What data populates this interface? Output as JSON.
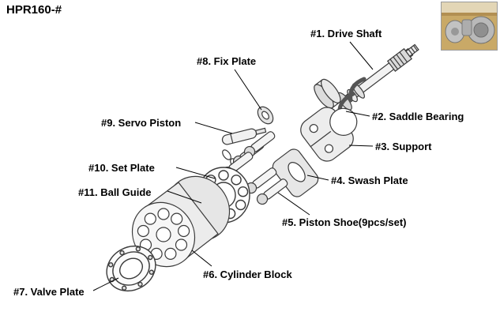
{
  "title": "HPR160-#",
  "style": {
    "ink": "#000000",
    "line": "#3a3a3a",
    "background": "#ffffff"
  },
  "thumbnail": {
    "description": "photo of pump metal parts"
  },
  "diagram": {
    "labels": [
      {
        "id": "drive-shaft",
        "text": "#1. Drive Shaft"
      },
      {
        "id": "saddle-bearing",
        "text": "#2. Saddle Bearing"
      },
      {
        "id": "support",
        "text": "#3. Support"
      },
      {
        "id": "swash-plate",
        "text": "#4. Swash Plate"
      },
      {
        "id": "piston-shoe",
        "text": "#5. Piston Shoe(9pcs/set)"
      },
      {
        "id": "cylinder-block",
        "text": "#6. Cylinder Block"
      },
      {
        "id": "valve-plate",
        "text": "#7. Valve Plate"
      },
      {
        "id": "fix-plate",
        "text": "#8. Fix Plate"
      },
      {
        "id": "servo-piston",
        "text": "#9. Servo Piston"
      },
      {
        "id": "set-plate",
        "text": "#10. Set Plate"
      },
      {
        "id": "ball-guide",
        "text": "#11. Ball Guide"
      }
    ]
  }
}
